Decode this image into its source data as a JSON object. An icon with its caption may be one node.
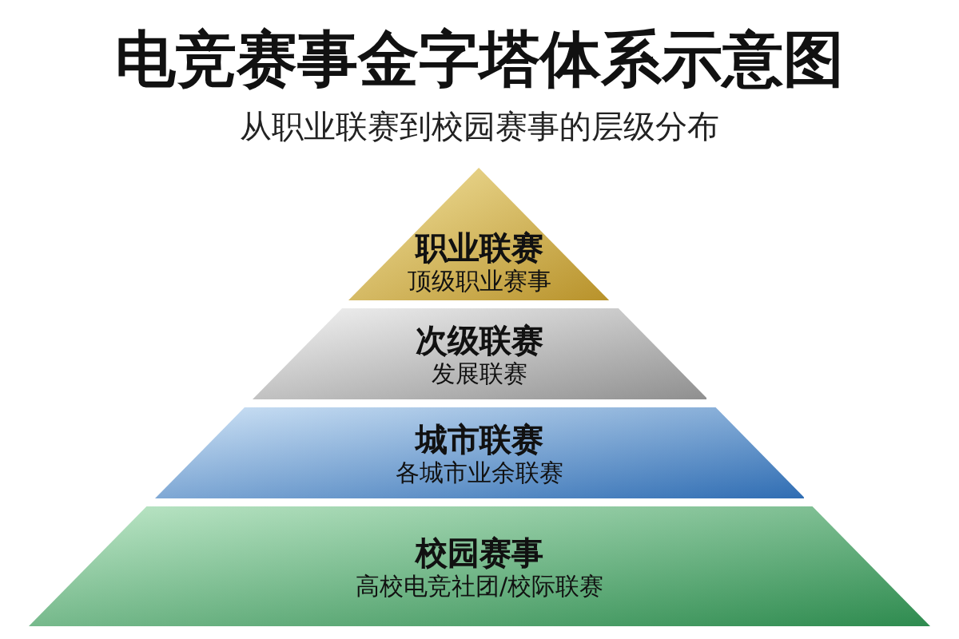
{
  "diagram": {
    "title": "电竞赛事金字塔体系示意图",
    "caption": "从职业联赛到校园赛事的层级分布",
    "nodes": [
      {
        "text": [
          "职业联赛",
          "顶级职业赛事"
        ]
      },
      {
        "text": [
          "次级联赛",
          "发展联赛"
        ]
      },
      {
        "text": [
          "城市联赛",
          "各城市业余联赛"
        ]
      },
      {
        "text": [
          "校园赛事",
          "高校电竞社团/校际联赛"
        ]
      }
    ]
  }
}
